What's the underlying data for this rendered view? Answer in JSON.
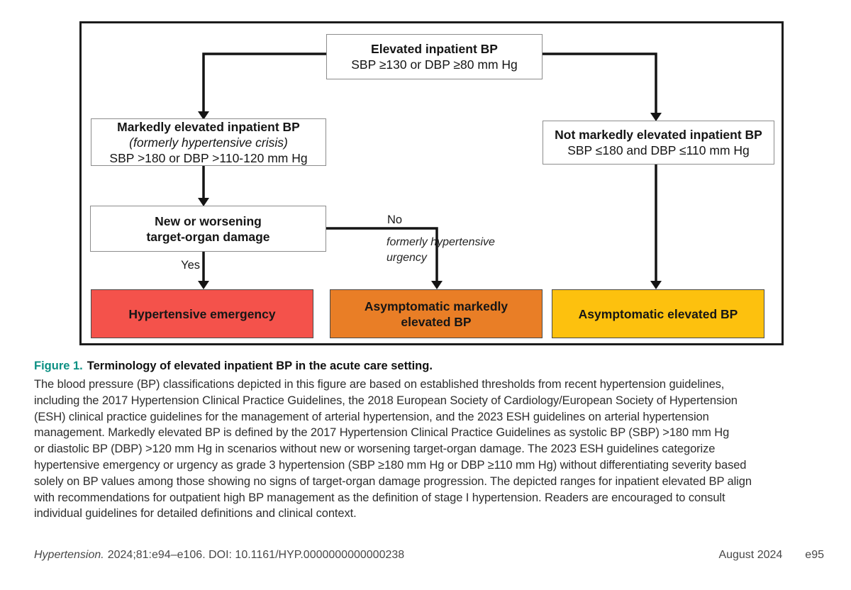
{
  "flowchart": {
    "top_box": {
      "title": "Elevated inpatient BP",
      "criteria": "SBP ≥130 or DBP ≥80 mm Hg"
    },
    "markedly_box": {
      "title": "Markedly elevated inpatient BP",
      "note": "(formerly hypertensive crisis)",
      "criteria": "SBP >180 or DBP >110-120 mm Hg"
    },
    "not_markedly_box": {
      "title": "Not markedly elevated inpatient BP",
      "criteria": "SBP ≤180 and DBP ≤110 mm Hg"
    },
    "decision_box": {
      "line1": "New or worsening",
      "line2": "target-organ damage"
    },
    "yes_label": "Yes",
    "no_label": "No",
    "no_note_line1": "formerly hypertensive",
    "no_note_line2": "urgency",
    "outcomes": [
      {
        "label": "Hypertensive emergency",
        "color": "#f4524b"
      },
      {
        "label_line1": "Asymptomatic markedly",
        "label_line2": "elevated BP",
        "color": "#e97e26"
      },
      {
        "label": "Asymptomatic elevated BP",
        "color": "#fdc10e"
      }
    ]
  },
  "caption": {
    "figure_label": "Figure 1.",
    "figure_label_color": "#0c9083",
    "title": "Terminology of elevated inpatient BP in the acute care setting.",
    "body_lines": [
      "The blood pressure (BP) classifications depicted in this figure are based on established thresholds from recent hypertension guidelines,",
      "including the 2017 Hypertension Clinical Practice Guidelines, the 2018 European Society of Cardiology/European Society of Hypertension",
      "(ESH) clinical practice guidelines for the management of arterial hypertension, and the 2023 ESH guidelines on arterial hypertension",
      "management. Markedly elevated BP is defined by the 2017 Hypertension Clinical Practice Guidelines as systolic BP (SBP) >180 mm Hg",
      "or diastolic BP (DBP) >120 mm Hg in scenarios without new or worsening target-organ damage. The 2023 ESH guidelines categorize",
      "hypertensive emergency or urgency as grade 3 hypertension (SBP ≥180 mm Hg or DBP ≥110 mm Hg) without differentiating severity based",
      "solely on BP values among those showing no signs of target-organ damage progression. The depicted ranges for inpatient elevated BP align",
      "with recommendations for outpatient high BP management as the definition of stage I hypertension. Readers are encouraged to consult",
      "individual guidelines for detailed definitions and clinical context."
    ]
  },
  "footer": {
    "journal": "Hypertension.",
    "citation": "2024;81:e94–e106. DOI: 10.1161/HYP.0000000000000238",
    "issue_date": "August 2024",
    "page_number": "e95"
  }
}
